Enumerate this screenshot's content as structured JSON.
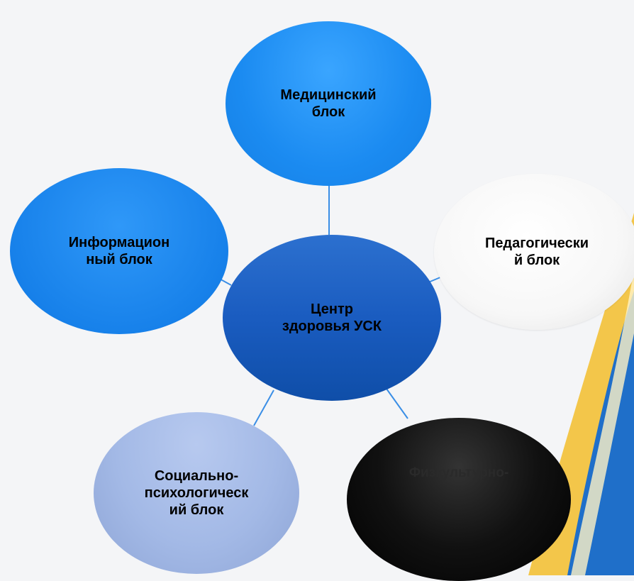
{
  "diagram": {
    "center": {
      "label": "Центр\nздоровья УСК"
    },
    "nodes": {
      "medical": {
        "label": "Медицинский\nблок"
      },
      "pedagogical": {
        "label": "Педагогически\nй блок"
      },
      "informational": {
        "label": "Информацион\nный блок"
      },
      "social": {
        "label": "Социально-\nпсихологическ\nий блок"
      },
      "physical": {
        "label": "Физкультурно-"
      }
    }
  },
  "colors": {
    "connector": "#3a8ee6",
    "accent_gold": "#f3c64a",
    "accent_blue": "#1f6fc9"
  }
}
